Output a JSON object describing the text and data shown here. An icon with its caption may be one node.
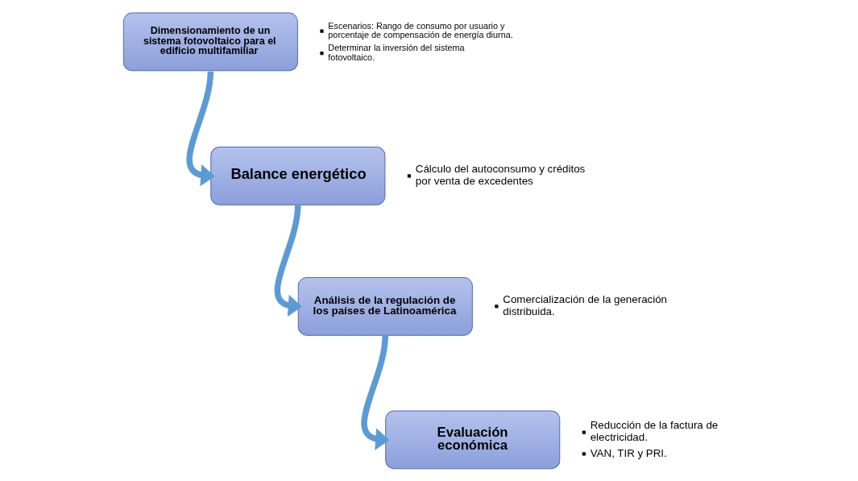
{
  "diagram": {
    "nodes": [
      {
        "text": [
          "Dimensionamiento de un sistema fotovoltaico para el edificio multifamiliar"
        ],
        "beside": [
          "Escenarios: Rango de consumo por usuario y porcentaje de compensación de energía diurna.",
          "Determinar la inversión del sistema fotovoltaico."
        ]
      },
      {
        "text": [
          "Balance energético"
        ],
        "beside": [
          "Cálculo del autoconsumo y créditos por venta de excedentes"
        ]
      },
      {
        "text": [
          "Análisis de la regulación de los países de Latinoamérica"
        ],
        "beside": [
          "Comercialización de la generación distribuida."
        ]
      },
      {
        "text": [
          "Evaluación económica"
        ],
        "beside": [
          "Reducción de la factura de electricidad.",
          "VAN, TIR y PRI."
        ]
      }
    ],
    "edges": [
      {
        "from": 0,
        "to": 1,
        "arrow": "to"
      },
      {
        "from": 1,
        "to": 2,
        "arrow": "to"
      },
      {
        "from": 2,
        "to": 3,
        "arrow": "to"
      }
    ]
  }
}
